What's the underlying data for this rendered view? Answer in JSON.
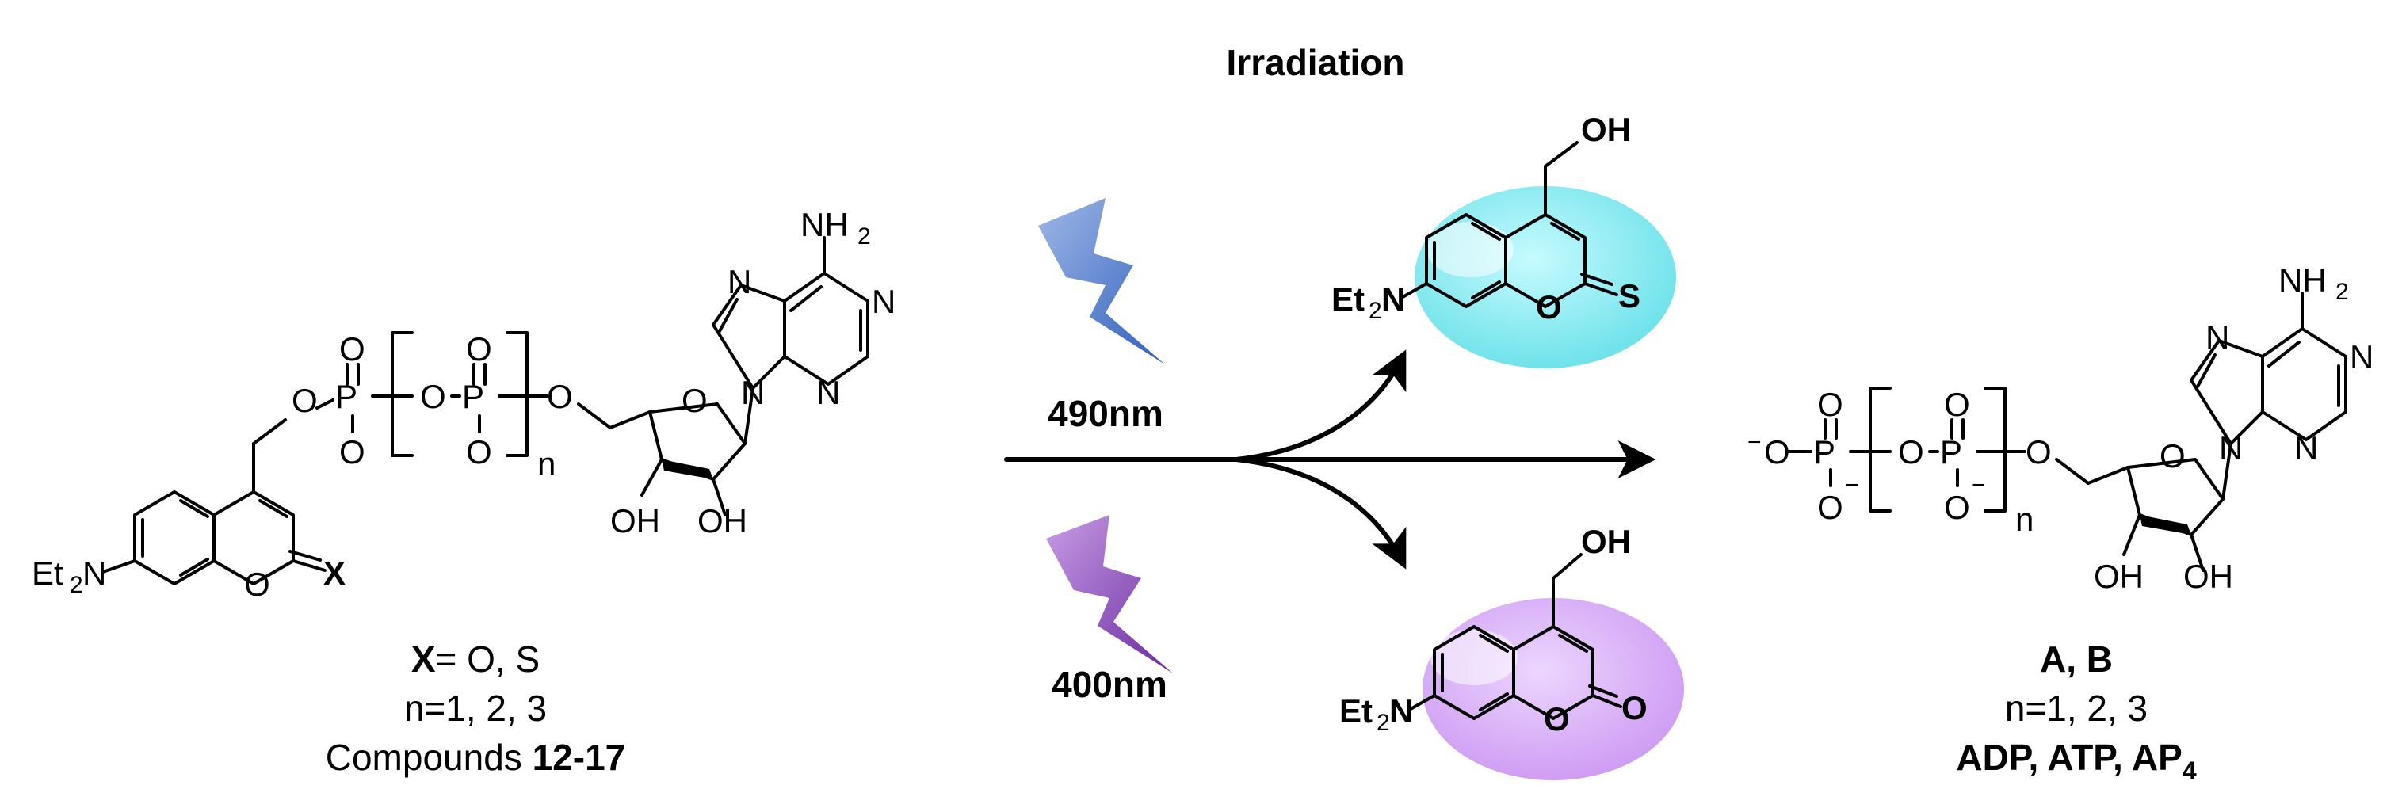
{
  "title": "Irradiation",
  "light_blue": {
    "label": "490nm",
    "color": "#3f6fc2"
  },
  "light_violet": {
    "label": "400nm",
    "color": "#7b3aa8"
  },
  "atoms": {
    "O": "O",
    "S": "S",
    "X": "X",
    "N": "N",
    "NH": "NH",
    "sub2": "2",
    "OH": "OH",
    "Et": "Et",
    "P": "P",
    "n": "n"
  },
  "reactant": {
    "caption_x_bold": "X",
    "caption_x_rest": "= O, S",
    "caption_n": "n=1, 2, 3",
    "caption_compounds_prefix": "Compounds ",
    "caption_compounds_bold": "12-17"
  },
  "product": {
    "caption_ab": "A, B",
    "caption_n": "n=1, 2, 3",
    "caption_names_1": "ADP, ATP, AP",
    "caption_names_sub": "4"
  },
  "colors": {
    "thio_coumarin_fill": "#7fe8ee",
    "coumarin_fill": "#d7aaf5"
  }
}
